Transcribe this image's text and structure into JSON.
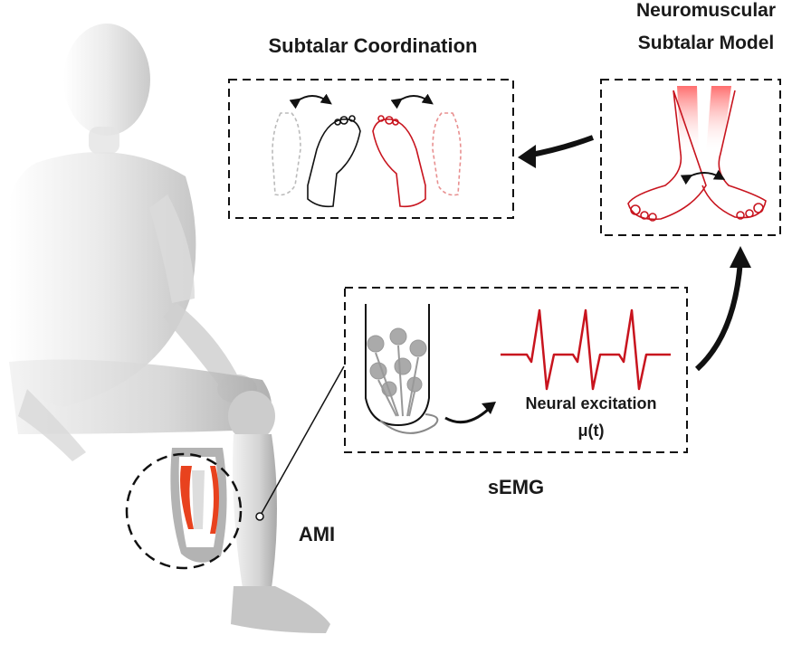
{
  "labels": {
    "subtalar_coordination": "Subtalar Coordination",
    "model_line1": "Neuromuscular",
    "model_line2": "Subtalar Model",
    "neural_excitation": "Neural excitation",
    "mu": "μ(t)",
    "semg": "sEMG",
    "ami": "AMI"
  },
  "colors": {
    "accent_red": "#c8141e",
    "muscle_orange": "#e8421e",
    "body_gray": "#d9d9d9",
    "dark": "#111111"
  }
}
